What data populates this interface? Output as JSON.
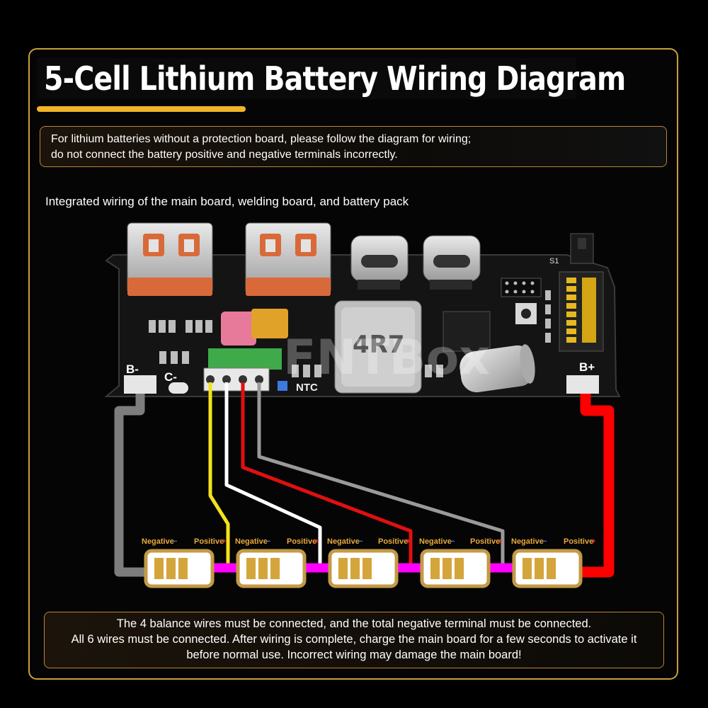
{
  "title": "5-Cell Lithium Battery Wiring Diagram",
  "notice": {
    "line1": "For lithium batteries without a protection board, please follow the diagram for wiring;",
    "line2": "do not connect the battery positive and negative terminals incorrectly."
  },
  "subheading": "Integrated wiring of the main board, welding board, and battery pack",
  "board": {
    "labels": {
      "b_minus": "B-",
      "c_minus": "C-",
      "b_plus": "B+",
      "ntc": "NTC",
      "s1": "S1",
      "inductor": "4R7",
      "watermark": "FNTBox"
    }
  },
  "cells": [
    {
      "negative": "Negative",
      "positive": "Positive"
    },
    {
      "negative": "Negative",
      "positive": "Positive"
    },
    {
      "negative": "Negative",
      "positive": "Positive"
    },
    {
      "negative": "Negative",
      "positive": "Positive"
    },
    {
      "negative": "Negative",
      "positive": "Positive"
    }
  ],
  "wire_colors": {
    "main_negative": "#7d7d7d",
    "balance_1": "#f2e21b",
    "balance_2": "#ffffff",
    "balance_3": "#e01010",
    "balance_4": "#9a9a9a",
    "main_positive": "#ff0000",
    "cell_links": "#ff00ff"
  },
  "accent_color": "#c9a03a",
  "footer": {
    "line1": "The 4 balance wires must be connected, and the total negative terminal must be connected.",
    "line2": "All 6 wires must be connected. After wiring is complete, charge the main board for a few seconds to activate it",
    "line3": "before normal use. Incorrect wiring may damage the main board!"
  }
}
